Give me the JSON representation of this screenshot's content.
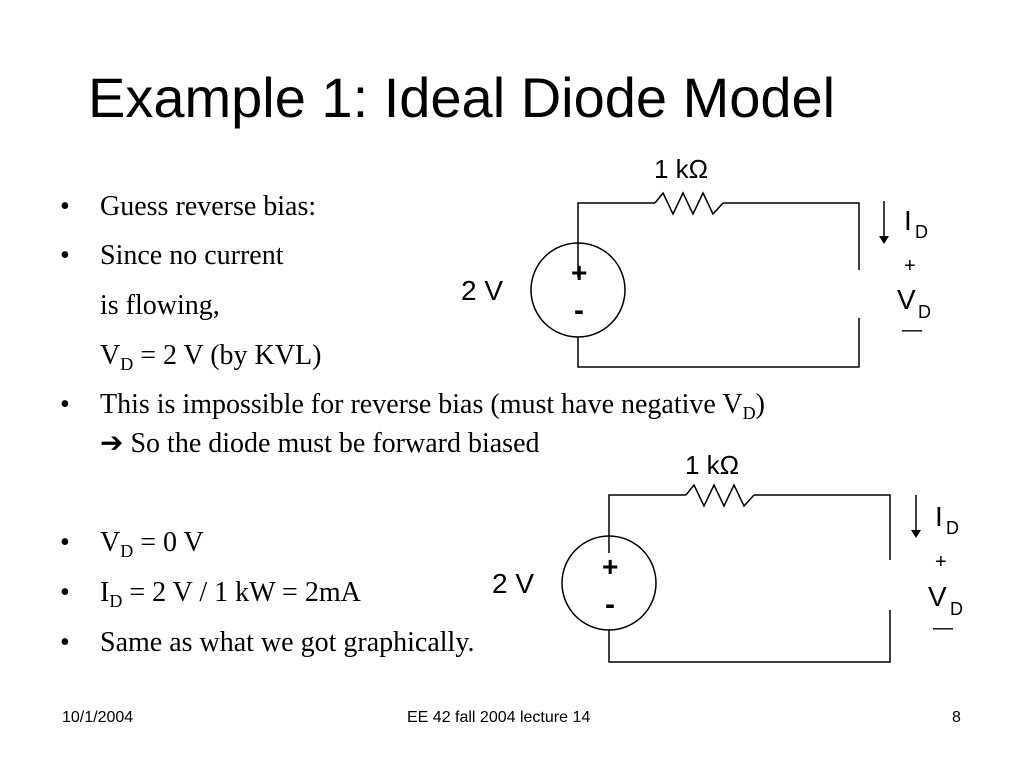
{
  "title": "Example 1:  Ideal Diode Model",
  "bullets": {
    "b1": "Guess reverse bias:",
    "b2": "Since no current",
    "b2_cont1": "is flowing,",
    "b2_cont2_v": "V",
    "b2_cont2_sub": "D",
    "b2_cont2_rest": " = 2 V (by KVL)",
    "b3_text": "This is impossible for reverse bias (must have negative V",
    "b3_sub": "D",
    "b3_close": ")",
    "b3_arrow": "➔",
    "b3_cont": " So the diode must be forward biased",
    "b4_v": "V",
    "b4_sub": "D",
    "b4_rest": " = 0 V",
    "b5_i": "I",
    "b5_sub": "D",
    "b5_rest": " = 2 V / 1 kW = 2mA",
    "b6": "Same as what we got graphically."
  },
  "circuits": [
    {
      "resistor_label": "1 kΩ",
      "source_label": "2 V",
      "plus": "+",
      "minus": "-",
      "current_label": "I",
      "current_sub": "D",
      "vplus": "+",
      "voltage_label": "V",
      "voltage_sub": "D",
      "vminus": "—"
    },
    {
      "resistor_label": "1 kΩ",
      "source_label": "2 V",
      "plus": "+",
      "minus": "-",
      "current_label": "I",
      "current_sub": "D",
      "vplus": "+",
      "voltage_label": "V",
      "voltage_sub": "D",
      "vminus": "—"
    }
  ],
  "footer": {
    "date": "10/1/2004",
    "course": "EE 42 fall 2004 lecture 14",
    "page": "8"
  }
}
